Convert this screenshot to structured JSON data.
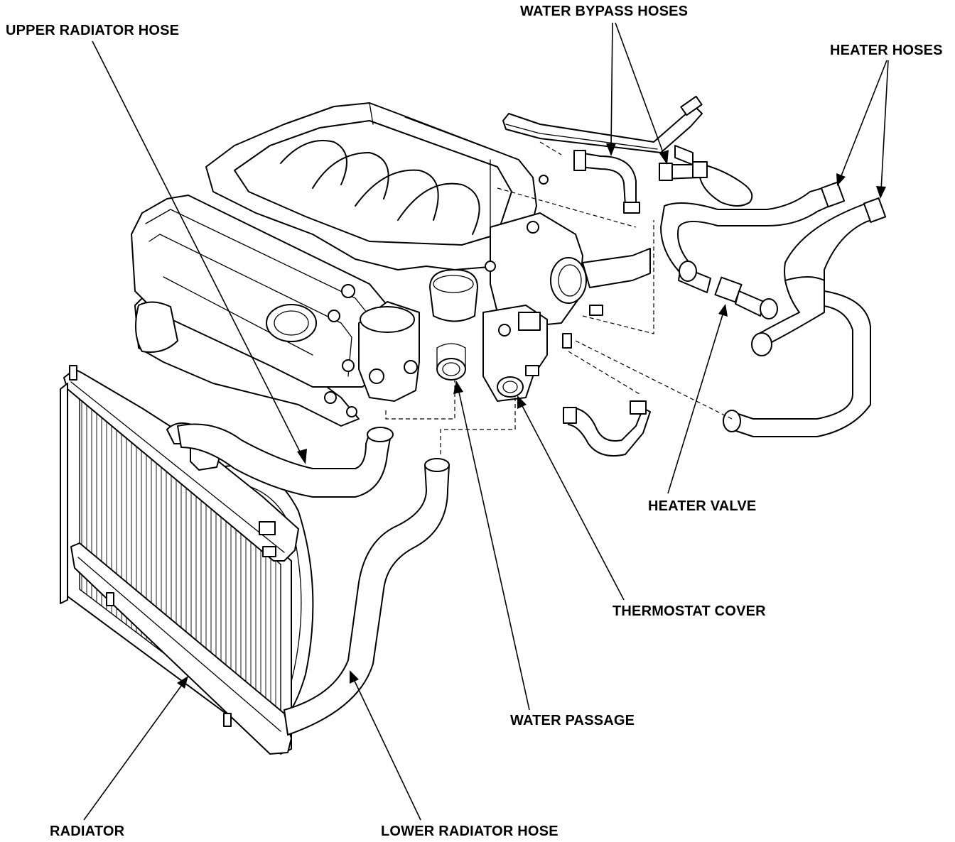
{
  "labels": {
    "upper_radiator_hose": "UPPER RADIATOR HOSE",
    "water_bypass_hoses": "WATER BYPASS HOSES",
    "heater_hoses": "HEATER HOSES",
    "heater_valve": "HEATER VALVE",
    "thermostat_cover": "THERMOSTAT COVER",
    "water_passage": "WATER PASSAGE",
    "radiator": "RADIATOR",
    "lower_radiator_hose": "LOWER RADIATOR HOSE"
  }
}
